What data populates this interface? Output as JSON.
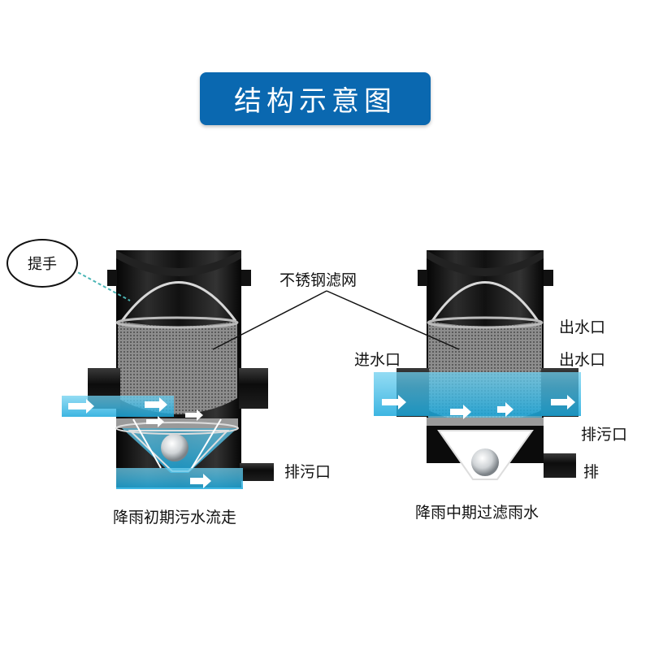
{
  "title": "结构示意图",
  "labels": {
    "handle": "提手",
    "filter": "不锈钢滤网",
    "outlet_top": "出水口",
    "inlet": "进水口",
    "outlet_mid": "出水口",
    "drain_right": "排污口",
    "drain_left": "排污口",
    "drain_cut": "排"
  },
  "captions": {
    "left": "降雨初期污水流走",
    "right": "降雨中期过滤雨水"
  },
  "colors": {
    "badge": "#0a68b0",
    "water": "#2fb7e6",
    "pipe": "#141414"
  }
}
